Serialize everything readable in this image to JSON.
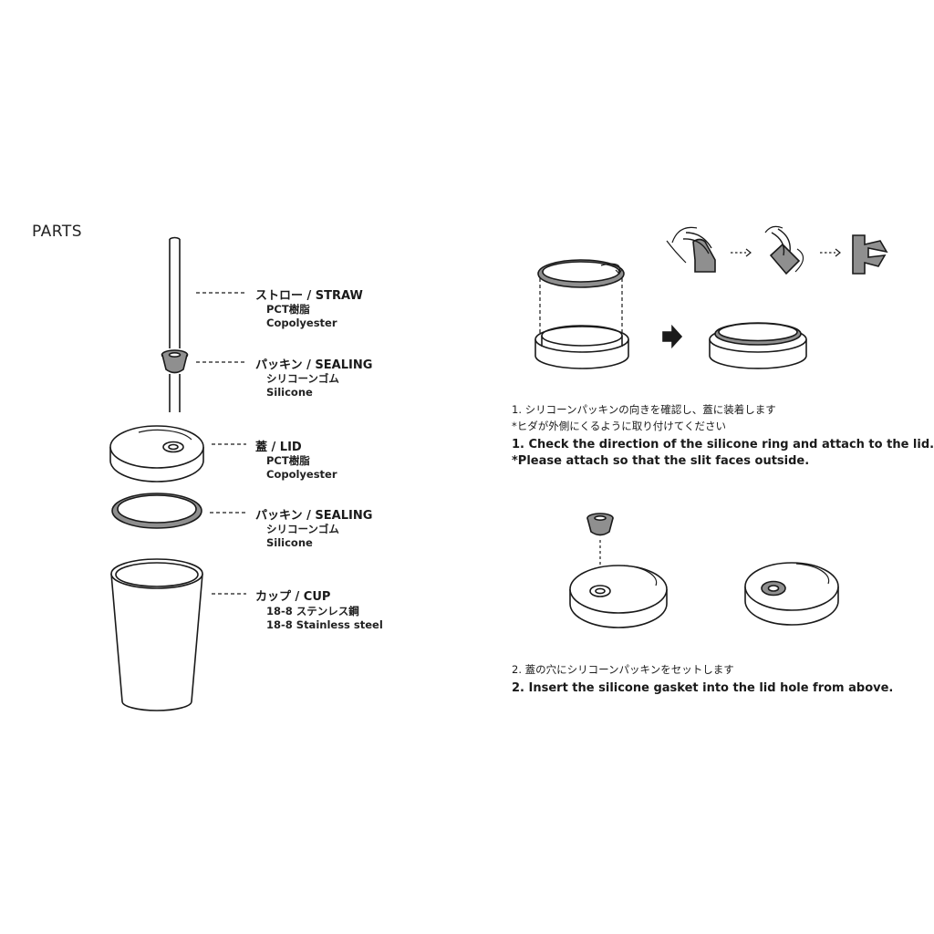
{
  "heading": "PARTS",
  "parts": [
    {
      "name": "ストロー / STRAW",
      "material_jp": "PCT樹脂",
      "material_en": "Copolyester"
    },
    {
      "name": "パッキン / SEALING",
      "material_jp": "シリコーンゴム",
      "material_en": "Silicone"
    },
    {
      "name": "蓋 / LID",
      "material_jp": "PCT樹脂",
      "material_en": "Copolyester"
    },
    {
      "name": "パッキン / SEALING",
      "material_jp": "シリコーンゴム",
      "material_en": "Silicone"
    },
    {
      "name": "カップ / CUP",
      "material_jp": "18-8 ステンレス鋼",
      "material_en": "18-8 Stainless steel"
    }
  ],
  "steps": [
    {
      "jp_line1": "1. シリコーンパッキンの向きを確認し、蓋に装着します",
      "jp_line2": "*ヒダが外側にくるように取り付けてください",
      "en_line1": "1. Check the direction of the silicone ring and attach to the lid.",
      "en_line2": "*Please attach so that the slit faces outside."
    },
    {
      "jp_line1": "2. 蓋の穴にシリコーンパッキンをセットします",
      "en_line1": "2. Insert the silicone gasket into the lid hole from above."
    }
  ],
  "colors": {
    "stroke": "#1a1a1a",
    "gray_fill": "#8f8f8f",
    "light_fill": "#f2f2f2"
  }
}
